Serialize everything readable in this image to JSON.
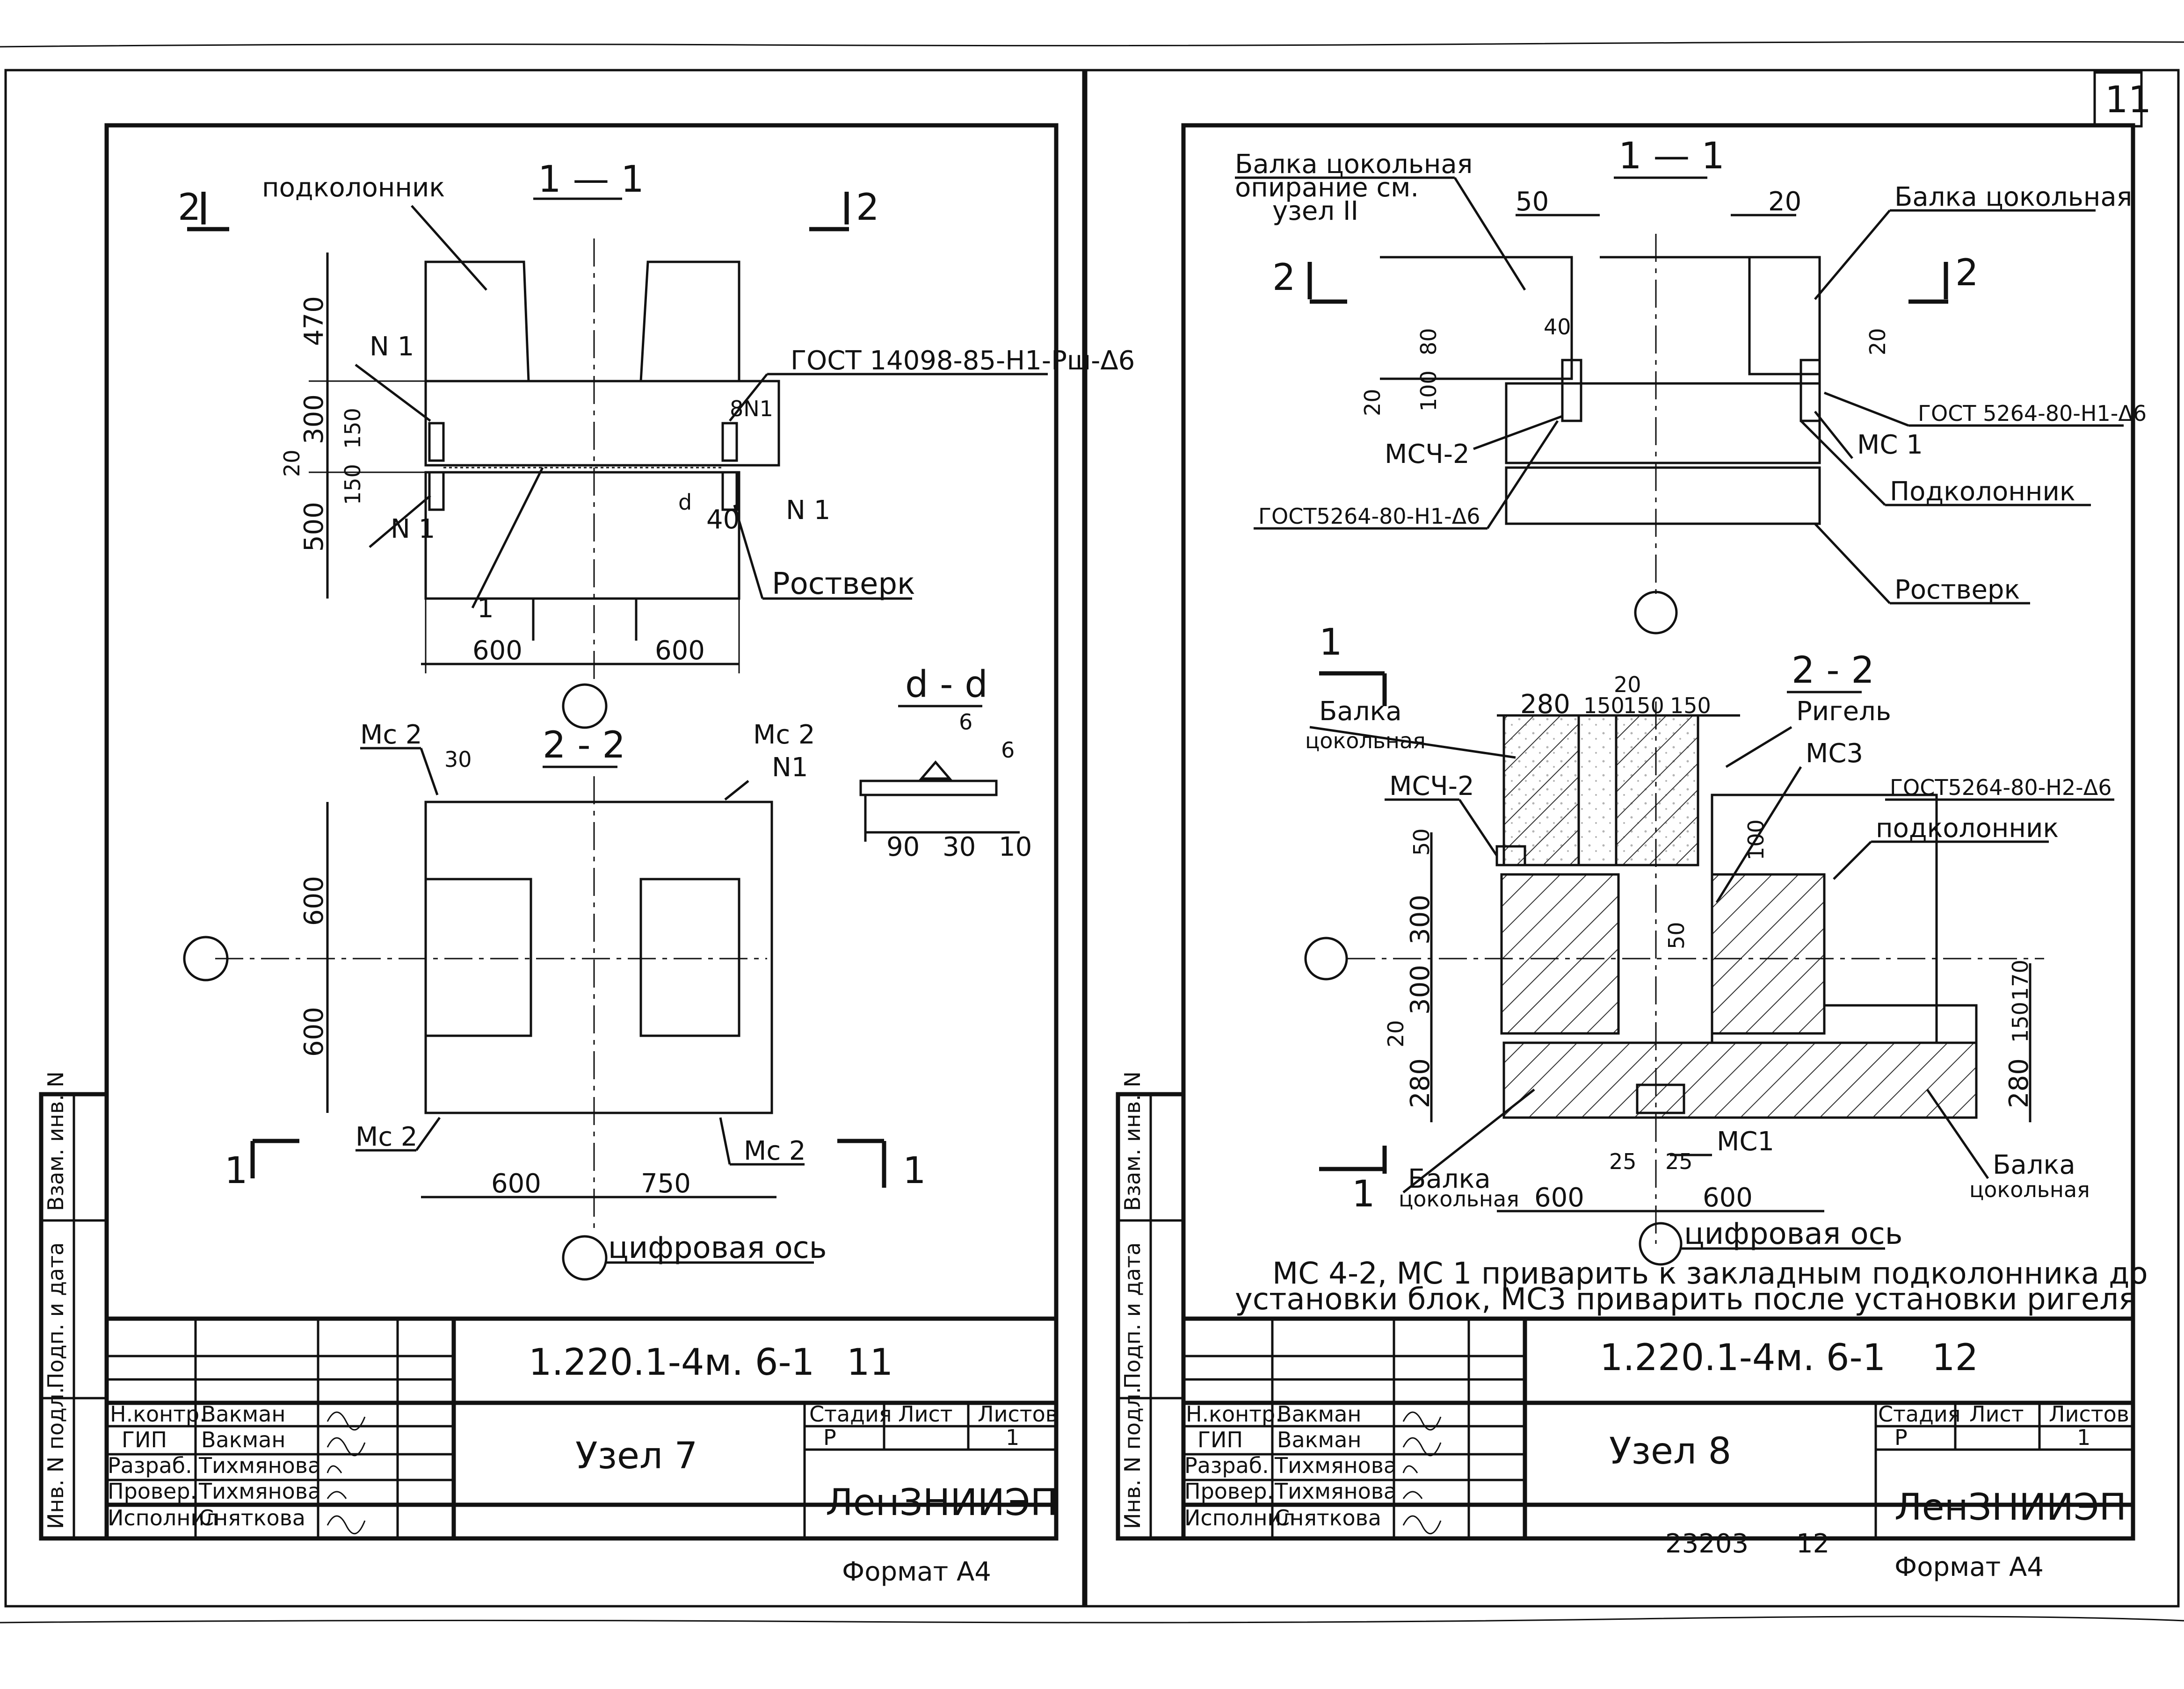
{
  "sheet_number": "11",
  "left": {
    "section_1_1": {
      "title": "1 — 1",
      "cut_mark_left": "2",
      "cut_mark_right": "2",
      "label_podkolonnik": "подколонник",
      "label_gost": "ГОСТ 14098-85-Н1-Рш-Δ6",
      "label_n1_a": "N 1",
      "label_n1_b": "N 1",
      "label_n1_c": "N 1",
      "label_8n1": "8N1",
      "label_rostverk": "Ростверк",
      "label_d": "d",
      "label_1": "1",
      "dim_470": "470",
      "dim_300": "300",
      "dim_20": "20",
      "dim_150a": "150",
      "dim_150b": "150",
      "dim_500": "500",
      "dim_40": "40",
      "dim_600a": "600",
      "dim_600b": "600"
    },
    "section_2_2": {
      "title": "2 - 2",
      "label_mc2_tl": "Мс 2",
      "label_mc2_tr": "Мс 2",
      "label_n1": "N1",
      "label_mc2_bl": "Мс 2",
      "label_mc2_br": "Мс 2",
      "dim_30": "30",
      "dim_600v1": "600",
      "dim_600v2": "600",
      "dim_600h": "600",
      "dim_750h": "750",
      "cut_mark_left": "1",
      "cut_mark_right": "1",
      "axis_label": "цифровая ось"
    },
    "section_d_d": {
      "title": "d - d",
      "dim_6a": "6",
      "dim_6b": "6",
      "dim_90": "90",
      "dim_30": "30",
      "dim_10": "10"
    },
    "title_block": {
      "code": "1.220.1-4м. 6-1",
      "page": "11",
      "name": "Узел 7",
      "stage_header": "Стадия",
      "sheet_header": "Лист",
      "sheets_header": "Листов",
      "stage": "Р",
      "sheets": "1",
      "org": "ЛенЗНИИЭП",
      "format": "Формат А4",
      "roles": [
        "Н.контр.",
        "ГИП",
        "Разраб.",
        "Провер.",
        "Исполнил"
      ],
      "names": [
        "Вакман",
        "Вакман",
        "Тихмянова",
        "Тихмянова",
        "Снятковa"
      ],
      "side_labels": [
        "Инв. N подл.",
        "Подп. и дата",
        "Взам. инв. N"
      ]
    }
  },
  "right": {
    "section_1_1": {
      "title": "1 — 1",
      "label_balka_support": "Балка цокольная",
      "label_balka_support2": "опирание см.",
      "label_balka_support3": "узел II",
      "label_balka": "Балка цокольная",
      "cut_mark_left": "2",
      "cut_mark_right": "2",
      "dim_50": "50",
      "dim_20a": "20",
      "dim_40": "40",
      "dim_80": "80",
      "dim_100": "100",
      "dim_20b": "20",
      "dim_20c": "20",
      "label_gost_r": "ГОСТ 5264-80-Н1-Δ6",
      "label_gost_l": "ГОСТ5264-80-Н1-Δ6",
      "label_mch2": "МСЧ-2",
      "label_mc1": "МС 1",
      "label_podkolonnik": "Подколонник",
      "label_rostverk": "Ростверк"
    },
    "section_2_2": {
      "title": "2 - 2",
      "cut_mark_top": "1",
      "cut_mark_bottom": "1",
      "label_balka_tl": "Балка",
      "label_balka_tl2": "цокольная",
      "label_rigel": "Ригель",
      "label_mc3": "МС3",
      "label_gost": "ГОСТ5264-80-Н2-Δ6",
      "label_podkolonnik": "подколонник",
      "label_mch2": "МСЧ-2",
      "label_mc1": "МС1",
      "label_balka_bl": "Балка",
      "label_balka_bl2": "цокольная",
      "label_balka_br": "Балка",
      "label_balka_br2": "цокольная",
      "dim_20top": "20",
      "dim_280": "280",
      "dim_150a": "150",
      "dim_150b": "150",
      "dim_150c": "150",
      "dim_50": "50",
      "dim_100": "100",
      "dim_300a": "300",
      "dim_50b": "50",
      "dim_300b": "300",
      "dim_20": "20",
      "dim_280b": "280",
      "dim_170": "170",
      "dim_150d": "150",
      "dim_280c": "280",
      "dim_25a": "25",
      "dim_25b": "25",
      "dim_600a": "600",
      "dim_600b": "600",
      "axis_label": "цифровая ось"
    },
    "note_line1": "МС 4-2, МС 1  приварить к закладным подколонника до",
    "note_line2": "установки блок, МС3 приварить после установки ригеля",
    "title_block": {
      "code": "1.220.1-4м. 6-1",
      "page": "12",
      "name": "Узел 8",
      "stage_header": "Стадия",
      "sheet_header": "Лист",
      "sheets_header": "Листов",
      "stage": "Р",
      "sheets": "1",
      "org": "ЛенЗНИИЭП",
      "format": "Формат А4",
      "stamp_number": "23203",
      "stamp_page": "12",
      "roles": [
        "Н.контр.",
        "ГИП",
        "Разраб.",
        "Провер.",
        "Исполнил"
      ],
      "names": [
        "Вакман",
        "Вакман",
        "Тихмянова",
        "Тихмянова",
        "Снятковa"
      ],
      "side_labels": [
        "Инв. N подл.",
        "Подп. и дата",
        "Взам. инв. N"
      ]
    }
  }
}
